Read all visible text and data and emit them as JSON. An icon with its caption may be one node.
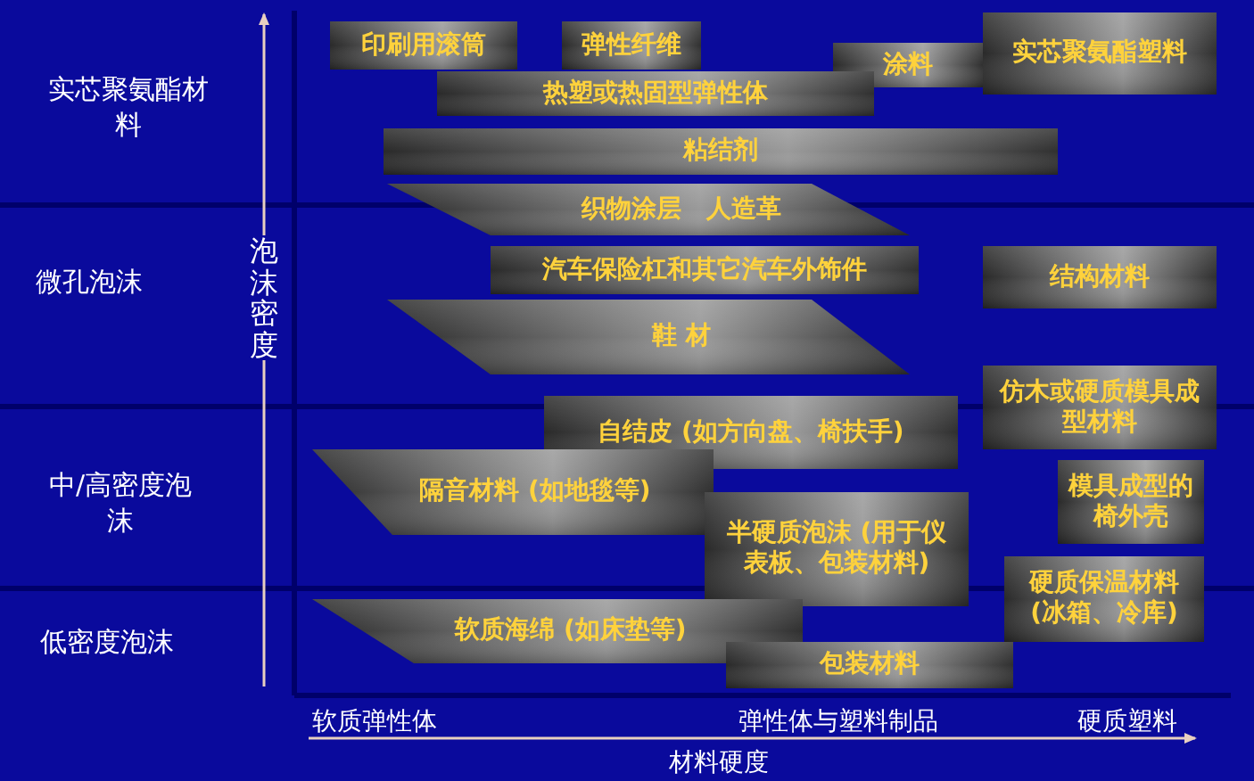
{
  "diagram": {
    "nodes": [
      {
        "text": [
          "印刷用滚筒"
        ]
      },
      {
        "text": [
          "弹性纤维"
        ]
      },
      {
        "text": [
          "涂料"
        ]
      },
      {
        "text": [
          "实芯聚氨酯塑料"
        ]
      },
      {
        "text": [
          "热塑或热固型弹性体"
        ]
      },
      {
        "text": [
          "粘结剂"
        ]
      },
      {
        "text": [
          "织物涂层　人造革"
        ]
      },
      {
        "text": [
          "汽车保险杠和其它汽车外饰件"
        ]
      },
      {
        "text": [
          "结构材料"
        ]
      },
      {
        "text": [
          "鞋 材"
        ]
      },
      {
        "text": [
          "仿木或硬质模具成型材料"
        ]
      },
      {
        "text": [
          "自结皮 (如方向盘、椅扶手)"
        ]
      },
      {
        "text": [
          "隔音材料 (如地毯等)"
        ]
      },
      {
        "text": [
          "模具成型的椅外壳"
        ]
      },
      {
        "text": [
          "半硬质泡沫 (用于仪表板、包装材料)"
        ]
      },
      {
        "text": [
          "硬质保温材料 (冰箱、冷库)"
        ]
      },
      {
        "text": [
          "软质海绵 (如床垫等)"
        ]
      },
      {
        "text": [
          "包装材料"
        ]
      }
    ],
    "labels": [
      "实芯聚氨酯材料",
      "微孔泡沫",
      "中/高密度泡沫",
      "低密度泡沫",
      "泡沫密度",
      "软质弹性体",
      "弹性体与塑料制品",
      "硬质塑料",
      "材料硬度"
    ]
  }
}
